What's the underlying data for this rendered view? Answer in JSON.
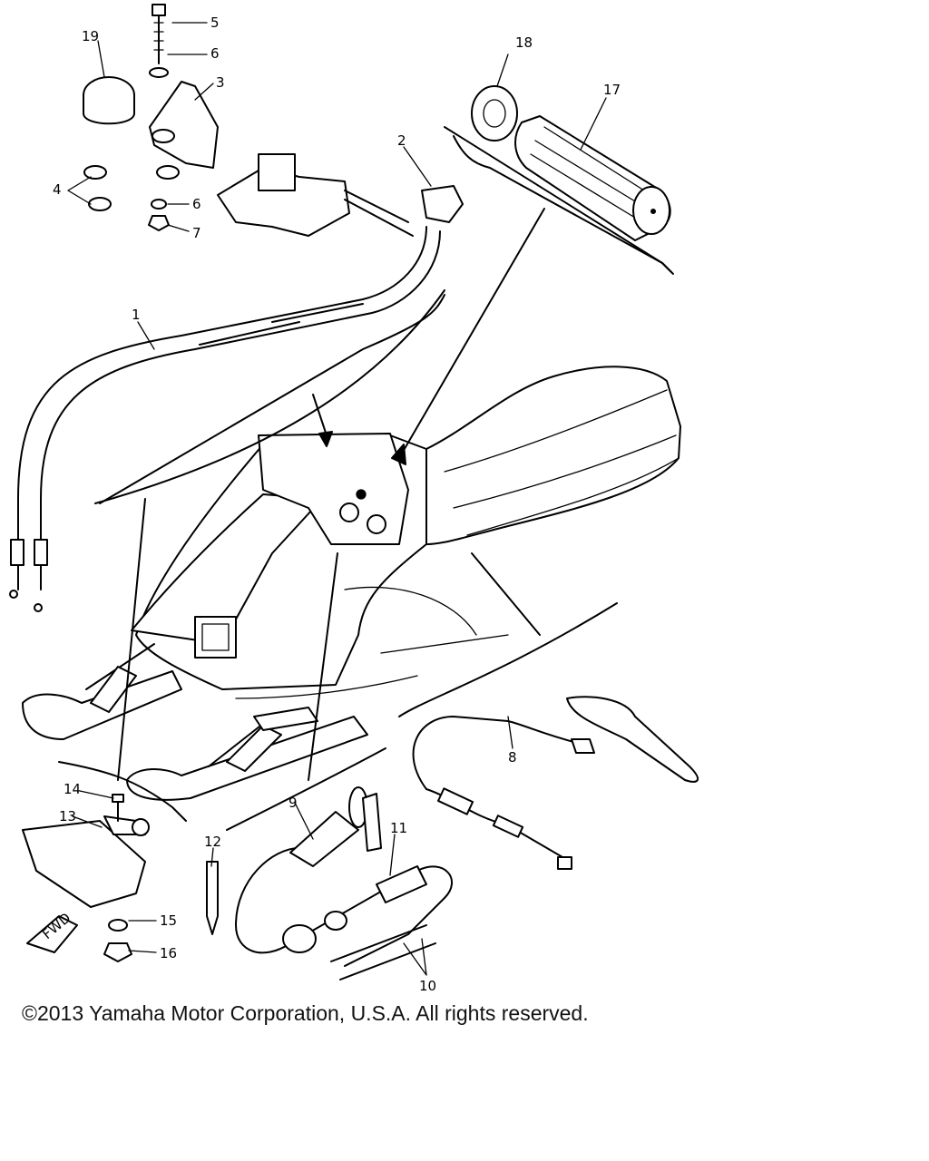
{
  "callouts": {
    "c1": "1",
    "c2": "2",
    "c3": "3",
    "c4": "4",
    "c5": "5",
    "c6a": "6",
    "c6b": "6",
    "c7": "7",
    "c8": "8",
    "c9": "9",
    "c10": "10",
    "c11": "11",
    "c12": "12",
    "c13": "13",
    "c14": "14",
    "c15": "15",
    "c16": "16",
    "c17": "17",
    "c18": "18",
    "c19": "19"
  },
  "fwd_label": "FWD",
  "copyright": "©2013 Yamaha Motor Corporation, U.S.A. All rights reserved."
}
